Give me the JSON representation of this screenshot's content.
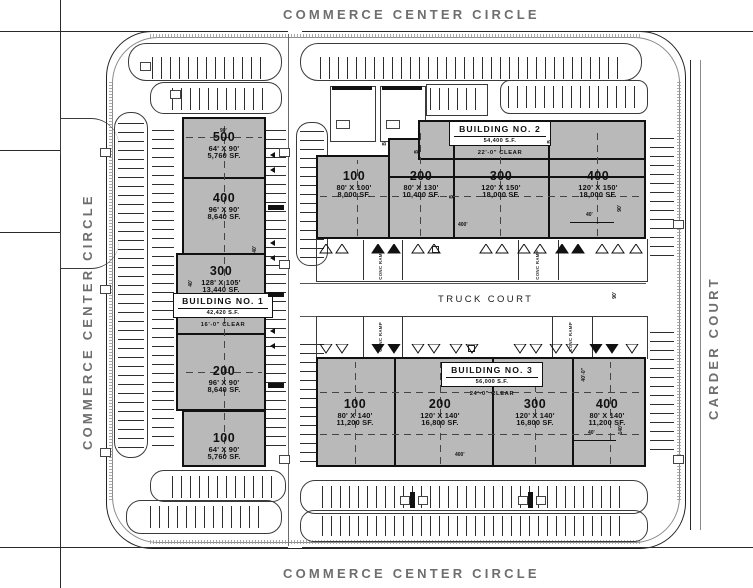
{
  "plan": {
    "streets": {
      "top": "COMMERCE CENTER CIRCLE",
      "bottom": "COMMERCE CENTER CIRCLE",
      "left": "COMMERCE CENTER CIRCLE",
      "right": "CARDER COURT"
    },
    "truck_court_label": "TRUCK COURT",
    "conc_ramp_label": "CONC. RAMP"
  },
  "buildings": [
    {
      "id": "building-1",
      "plate_title": "BUILDING NO. 1",
      "plate_area": "42,420 S.F.",
      "clear_height": "16'-0\"  CLEAR",
      "units": [
        {
          "no": "500",
          "dim": "64' X 90'",
          "sf": "5,760 SF."
        },
        {
          "no": "400",
          "dim": "96' X 90'",
          "sf": "8,640 SF."
        },
        {
          "no": "300",
          "dim": "128' X 105'",
          "sf": "13,440 SF."
        },
        {
          "no": "200",
          "dim": "96' X 90'",
          "sf": "8,640 SF."
        },
        {
          "no": "100",
          "dim": "64' X 90'",
          "sf": "5,760 SF."
        }
      ]
    },
    {
      "id": "building-2",
      "plate_title": "BUILDING NO. 2",
      "plate_area": "54,400 S.F.",
      "clear_height": "22'-0\"  CLEAR",
      "units": [
        {
          "no": "100",
          "dim": "80' X 100'",
          "sf": "8,000 SF."
        },
        {
          "no": "200",
          "dim": "80' X 130'",
          "sf": "10,400 SF."
        },
        {
          "no": "300",
          "dim": "120' X 150'",
          "sf": "18,000 SF."
        },
        {
          "no": "400",
          "dim": "120' X 150'",
          "sf": "18,000 SF."
        }
      ]
    },
    {
      "id": "building-3",
      "plate_title": "BUILDING NO. 3",
      "plate_area": "56,000 S.F.",
      "clear_height": "24'-0\"  CLEAR",
      "units": [
        {
          "no": "100",
          "dim": "80' X 140'",
          "sf": "11,200 SF."
        },
        {
          "no": "200",
          "dim": "120' X 140'",
          "sf": "16,800 SF."
        },
        {
          "no": "300",
          "dim": "120' X 140'",
          "sf": "16,800 SF."
        },
        {
          "no": "400",
          "dim": "80' X 140'",
          "sf": "11,200 SF."
        }
      ]
    }
  ],
  "dimension_notes": {
    "b1_top_width": "90'",
    "b1_mid_a": "48'",
    "b1_mid_b": "40'",
    "b1_side": "40'",
    "b2_bottom": "400'",
    "b2_right_a": "40'",
    "b2_right_b": "90'",
    "b3_bottom": "400'",
    "b3_right_a": "40'",
    "b3_right_b": "140'",
    "b3_right_c": "40'-0\""
  },
  "colors": {
    "building_fill": "#b9b9b9",
    "line": "#111111",
    "street_text": "#6e6e6e",
    "paper": "#ffffff"
  }
}
